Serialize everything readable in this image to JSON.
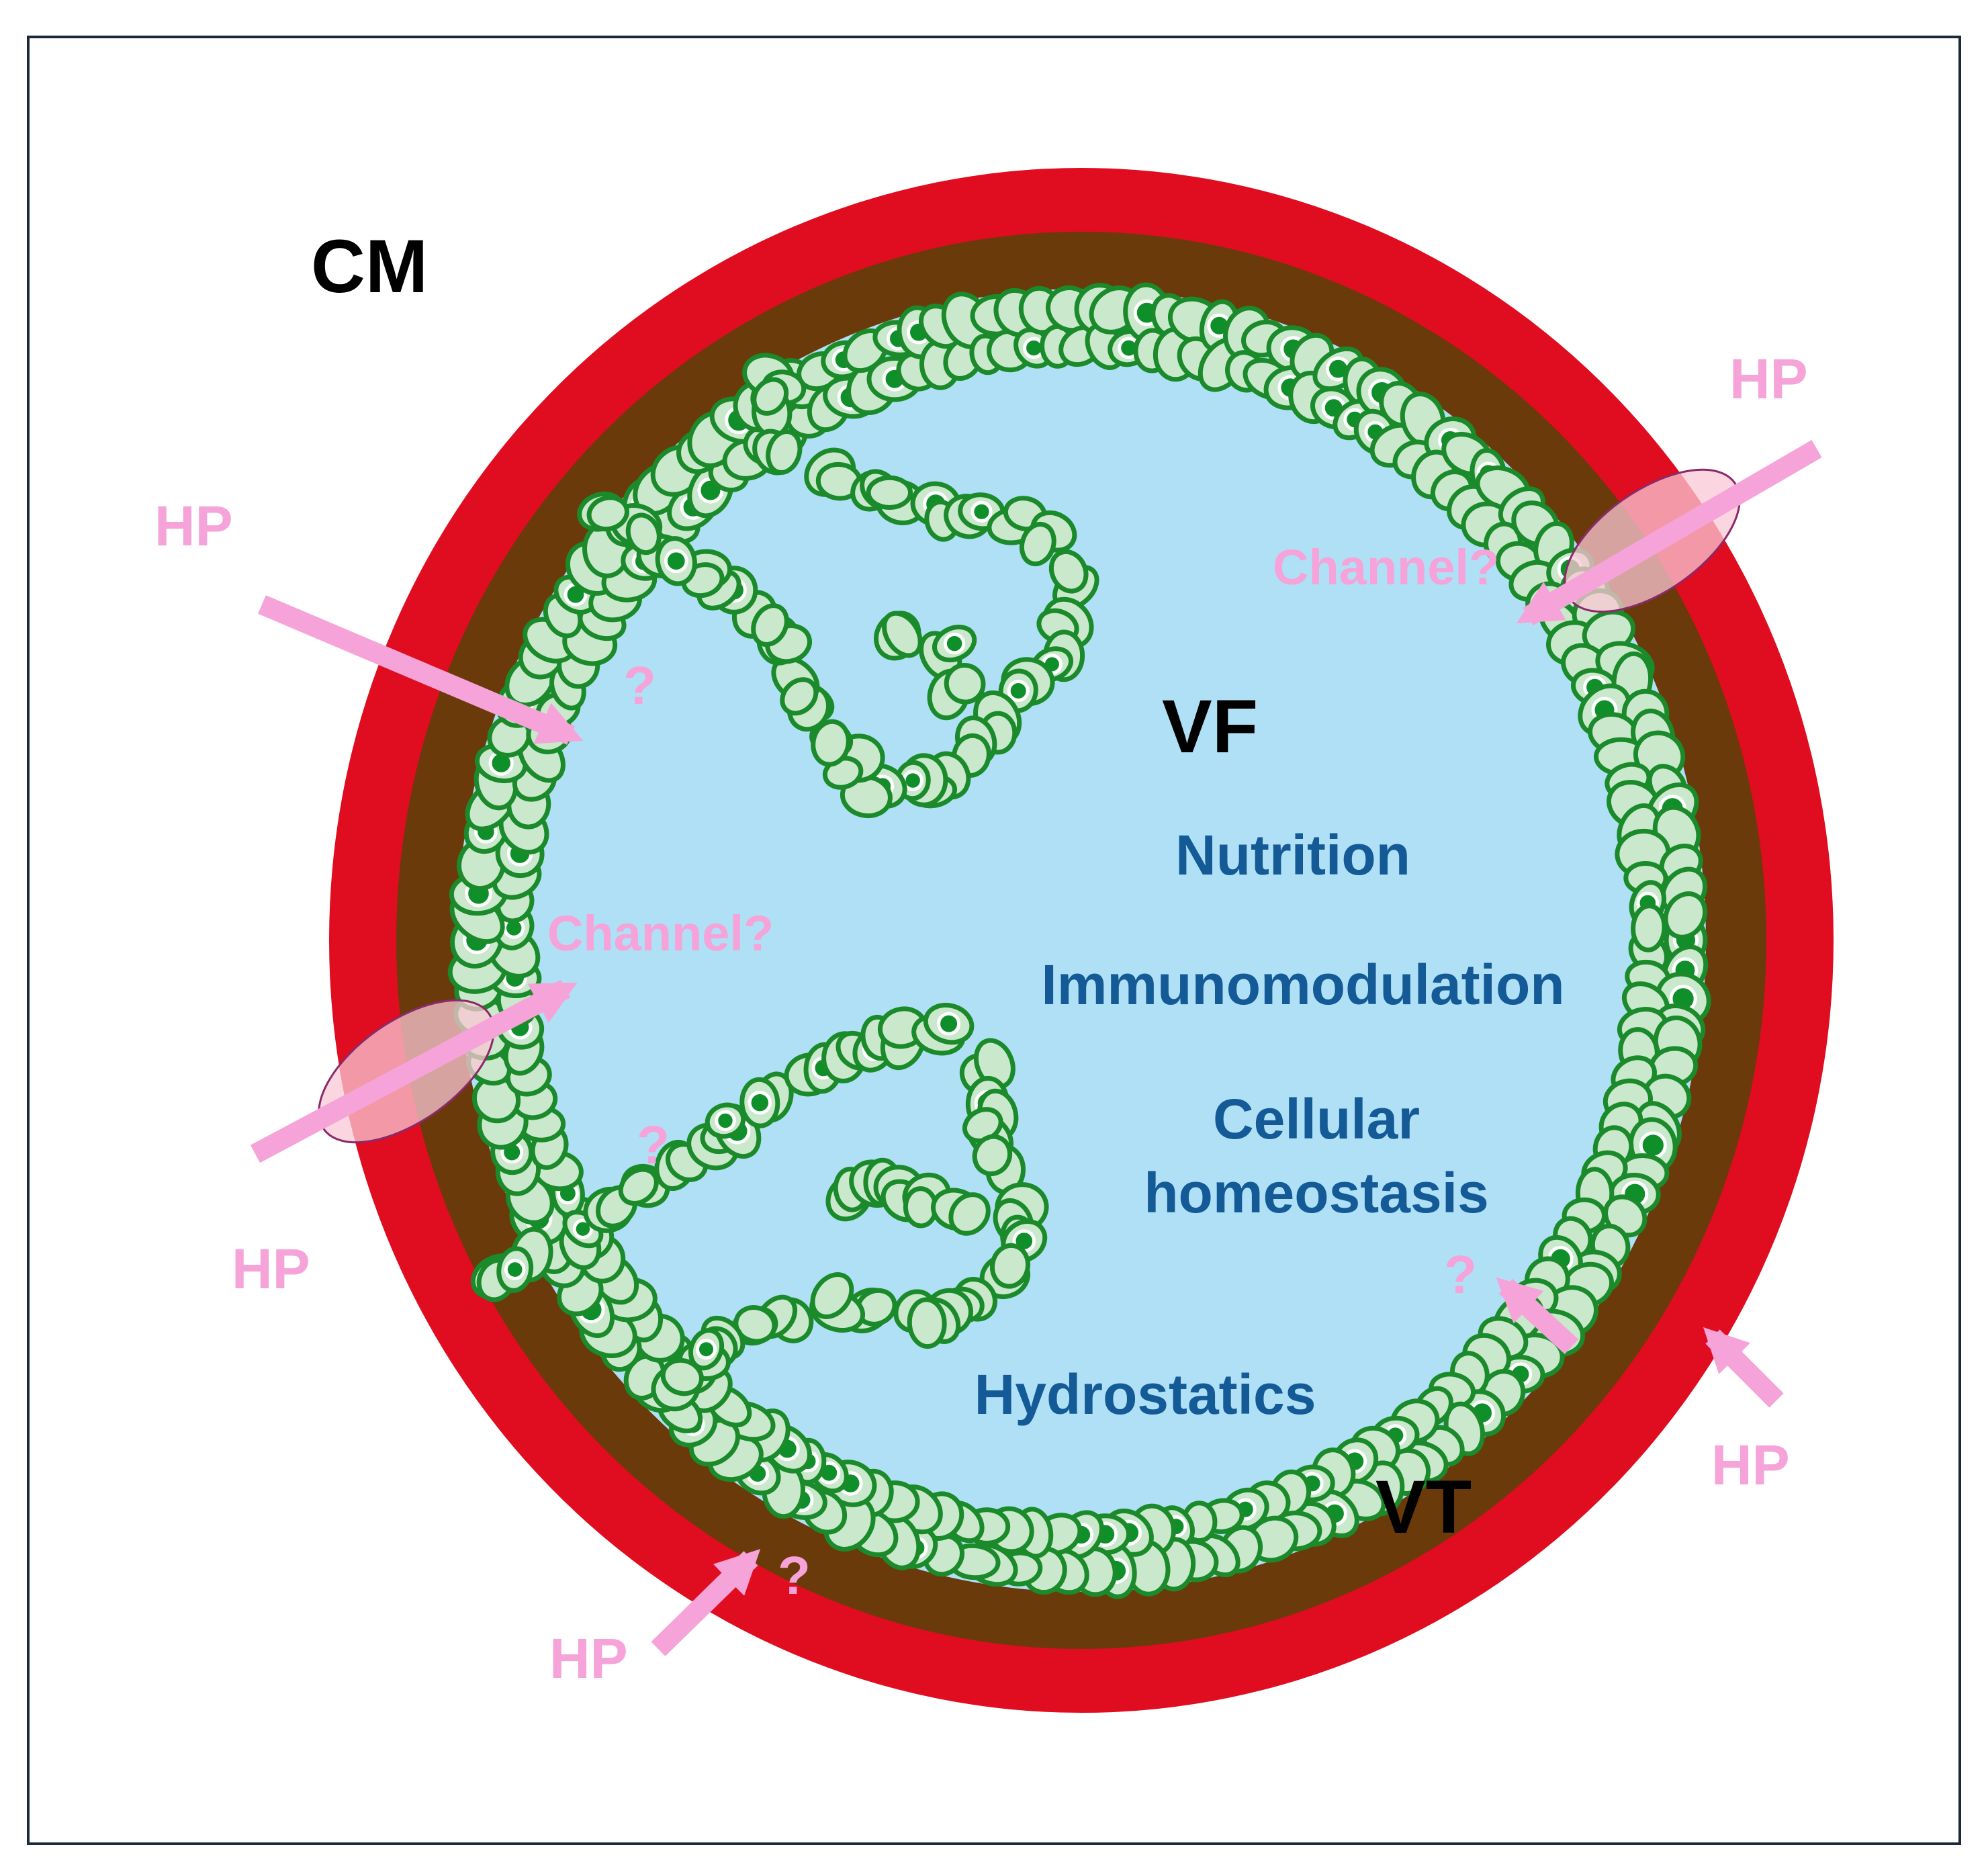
{
  "colors": {
    "frame": "#1b2a3a",
    "outer_ring": "#e00c1f",
    "tissue_layer": "#6b3a0a",
    "vesicular_fluid": "#b0e0f5",
    "cell_fill": "#c9e8cc",
    "cell_outline": "#1a8a2a",
    "nucleus": "#0f8f2a",
    "hp_pink": "#f5a3d8",
    "function_blue": "#135a96",
    "label_black": "#000000"
  },
  "labels": {
    "cm": "CM",
    "vf": "VF",
    "vt": "VT",
    "hp": "HP",
    "channel": "Channel?",
    "question": "?"
  },
  "functions": {
    "nutrition": "Nutrition",
    "immunomodulation": "Immunomodulation",
    "cellular_line1": "Cellular",
    "cellular_line2": "homeostasis",
    "hydrostatics": "Hydrostatics"
  },
  "icons": {
    "arrow": "arrow-icon",
    "channel": "channel-ellipse-icon",
    "cell": "cell-icon"
  }
}
